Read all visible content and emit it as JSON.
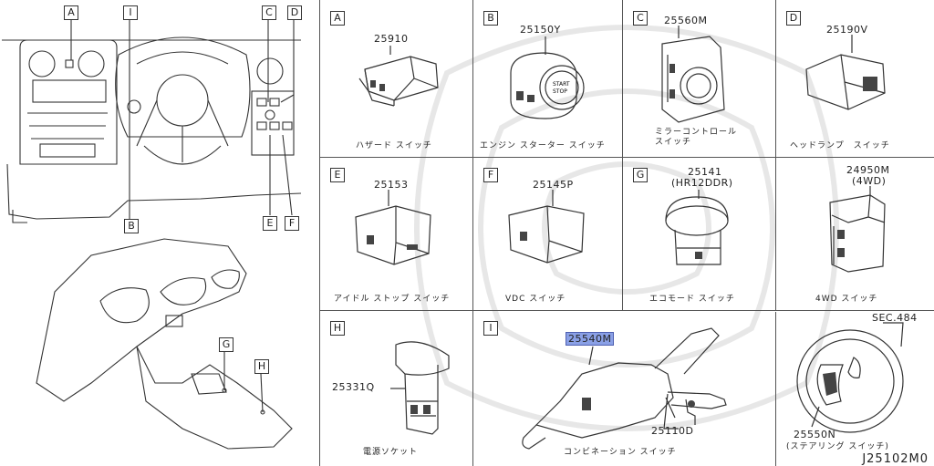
{
  "callouts": {
    "A": "A",
    "I": "I",
    "C": "C",
    "D": "D",
    "B": "B",
    "E": "E",
    "F": "F",
    "G": "G",
    "H": "H"
  },
  "parts": [
    {
      "letter": "A",
      "part_no": "25910",
      "caption": "ハザード スイッチ"
    },
    {
      "letter": "B",
      "part_no": "25150Y",
      "caption": "エンジン スターター スイッチ",
      "button_text": [
        "START",
        "STOP"
      ]
    },
    {
      "letter": "C",
      "part_no": "25560M",
      "caption": "ミラーコントロール\nスイッチ"
    },
    {
      "letter": "D",
      "part_no": "25190V",
      "caption": "ヘッドランプ　スイッチ"
    },
    {
      "letter": "E",
      "part_no": "25153",
      "caption": "アイドル ストップ スイッチ"
    },
    {
      "letter": "F",
      "part_no": "25145P",
      "caption": "VDC スイッチ"
    },
    {
      "letter": "G",
      "part_no": "25141",
      "part_note": "(HR12DDR)",
      "caption": "エコモード スイッチ"
    },
    {
      "part_no": "24950M",
      "part_note": "(4WD)",
      "caption": "4WD スイッチ"
    },
    {
      "letter": "H",
      "part_no": "25331Q",
      "caption": "電源ソケット"
    },
    {
      "letter": "I",
      "part_no": "25540M",
      "part_no_2": "25110D",
      "caption": "コンビネーション スイッチ"
    },
    {
      "part_no": "SEC.484",
      "part_no_2": "25550N",
      "caption": "(ステアリング スイッチ)"
    }
  ],
  "diagram_code": "J25102M0",
  "colors": {
    "highlight": "#8aa0e6",
    "line": "#333333"
  }
}
